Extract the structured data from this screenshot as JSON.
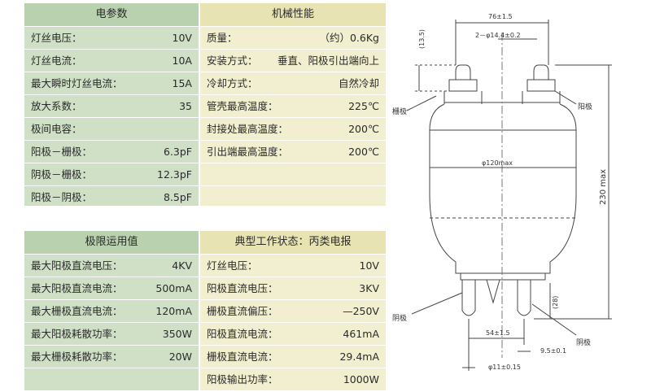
{
  "electrical": {
    "title": "电参数",
    "rows": [
      {
        "label": "灯丝电压：",
        "value": "10V"
      },
      {
        "label": "灯丝电流：",
        "value": "10A"
      },
      {
        "label": "最大瞬时灯丝电流：",
        "value": "15A"
      },
      {
        "label": "放大系数：",
        "value": "35"
      },
      {
        "label": "极间电容：",
        "value": ""
      },
      {
        "label": "阳极－栅极：",
        "value": "6.3pF"
      },
      {
        "label": "阴极－栅极：",
        "value": "12.3pF"
      },
      {
        "label": "阳极－阴极：",
        "value": "8.5pF"
      }
    ]
  },
  "mechanical": {
    "title": "机械性能",
    "rows": [
      {
        "label": "质量：",
        "value": "（约）0.6Kg"
      },
      {
        "label": "安装方式：",
        "value": "垂直、阳极引出端向上"
      },
      {
        "label": "冷却方式：",
        "value": "自然冷却"
      },
      {
        "label": "管壳最高温度：",
        "value": "225℃"
      },
      {
        "label": "封接处最高温度：",
        "value": "200℃"
      },
      {
        "label": "引出端最高温度：",
        "value": "200℃"
      },
      {
        "label": "",
        "value": ""
      },
      {
        "label": "",
        "value": ""
      }
    ]
  },
  "limits": {
    "title": "极限运用值",
    "rows": [
      {
        "label": "最大阳极直流电压：",
        "value": "4KV"
      },
      {
        "label": "最大阳极直流电流：",
        "value": "500mA"
      },
      {
        "label": "最大栅极直流电流：",
        "value": "120mA"
      },
      {
        "label": "最大阳极耗散功率：",
        "value": "350W"
      },
      {
        "label": "最大栅极耗散功率：",
        "value": "20W"
      },
      {
        "label": "",
        "value": ""
      }
    ]
  },
  "typical": {
    "title": "典型工作状态：丙类电报",
    "rows": [
      {
        "label": "灯丝电压：",
        "value": "10V"
      },
      {
        "label": "阳极直流电压：",
        "value": "3KV"
      },
      {
        "label": "栅极直流偏压：",
        "value": "—250V"
      },
      {
        "label": "阳极直流电流：",
        "value": "461mA"
      },
      {
        "label": "栅极直流电流：",
        "value": "29.4mA"
      },
      {
        "label": "阳极输出功率：",
        "value": "1000W"
      }
    ]
  },
  "drawing": {
    "dim_top_width": "76±1.5",
    "dim_top_holes": "2－φ14.4±0.2",
    "dim_top_height": "(13.5)",
    "dim_body_dia": "φ120max",
    "dim_total_height": "230 max",
    "dim_pin_len": "(28)",
    "dim_pin_spacing": "54±1.5",
    "dim_pin_dia": "φ11±0.15",
    "dim_side_pin": "9.5±0.1",
    "label_grid": "栅极",
    "label_anode": "阳极",
    "label_cathode_left": "阴极",
    "label_cathode_right": "阴极"
  }
}
